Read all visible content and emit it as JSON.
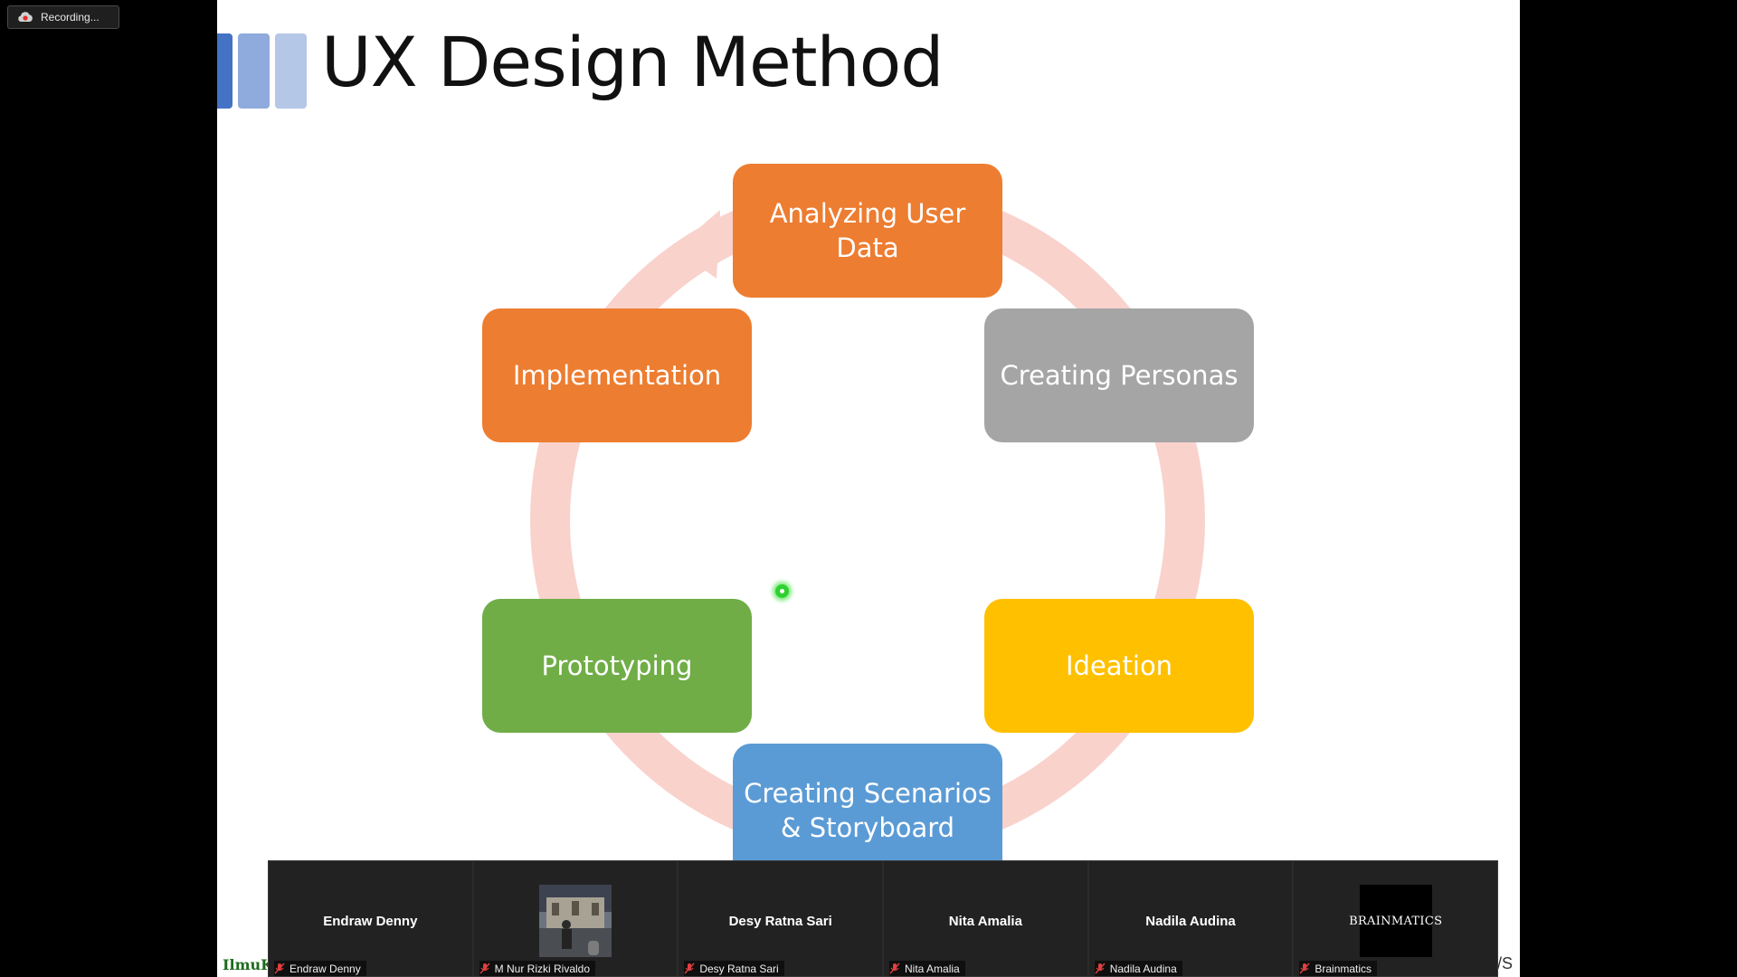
{
  "recording": {
    "label": "Recording..."
  },
  "slide": {
    "title": "UX Design Method",
    "steps": [
      {
        "label": "Analyzing User Data",
        "color": "#ED7D31"
      },
      {
        "label": "Creating Personas",
        "color": "#A5A5A5"
      },
      {
        "label": "Ideation",
        "color": "#FFC000"
      },
      {
        "label": "Creating Scenarios & Storyboard",
        "color": "#5B9BD5"
      },
      {
        "label": "Prototyping",
        "color": "#70AD47"
      },
      {
        "label": "Implementation",
        "color": "#ED7D31"
      }
    ],
    "ring_color": "#F9D2CC",
    "footer_logo": "IlmuKo",
    "footer_right": "/S"
  },
  "participants": [
    {
      "name": "Endraw Denny",
      "footer": "Endraw Denny",
      "type": "name"
    },
    {
      "name": "M Nur Rizki Rivaldo",
      "footer": "M Nur Rizki Rivaldo",
      "type": "photo"
    },
    {
      "name": "Desy Ratna Sari",
      "footer": "Desy Ratna Sari",
      "type": "name"
    },
    {
      "name": "Nita Amalia",
      "footer": "Nita Amalia",
      "type": "name"
    },
    {
      "name": "Nadila Audina",
      "footer": "Nadila Audina",
      "type": "name"
    },
    {
      "name": "Brainmatics",
      "footer": "Brainmatics",
      "type": "logo",
      "logo_text": "BRAINMATICS"
    }
  ]
}
